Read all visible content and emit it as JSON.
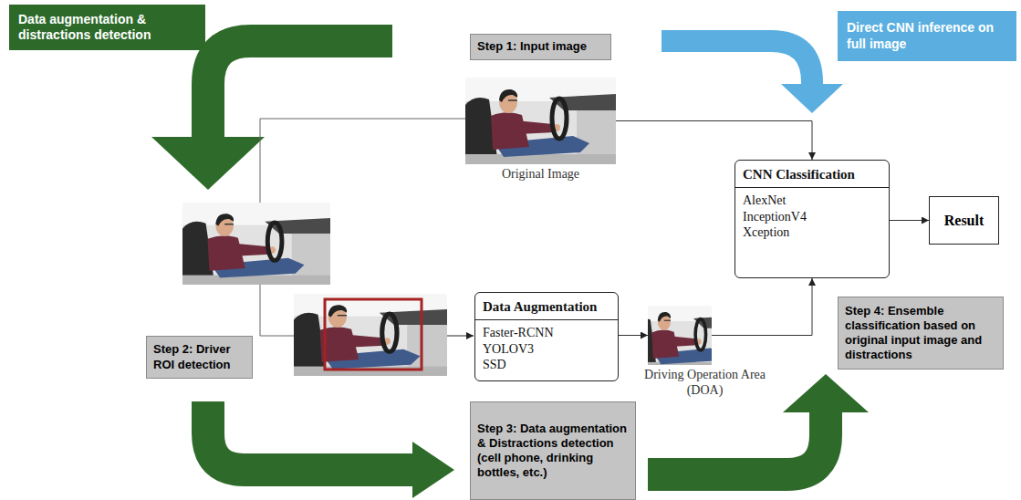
{
  "diagram": {
    "nodes": [
      {
        "text": [
          "Data augmentation & distractions detection"
        ]
      },
      {
        "text": [
          "Step 1: Input image"
        ]
      },
      {
        "text": [
          "Direct CNN inference on full image"
        ]
      },
      {
        "text": [
          "Original Image"
        ]
      },
      {
        "text": [
          "CNN Classification",
          "AlexNet",
          "InceptionV4",
          "Xception"
        ]
      },
      {
        "text": [
          "Result"
        ]
      },
      {
        "text": [
          "Step 2: Driver ROI detection"
        ]
      },
      {
        "text": [
          "Data Augmentation",
          "Faster-RCNN",
          "YOLOV3",
          "SSD"
        ]
      },
      {
        "text": [
          "Driving Operation Area (DOA)"
        ]
      },
      {
        "text": [
          "Step 4: Ensemble classification based on original input image and distractions"
        ]
      },
      {
        "text": [
          "Step 3: Data augmentation & Distractions detection (cell phone, drinking bottles, etc.)"
        ]
      }
    ],
    "edges": [
      {
        "from": 3,
        "to": 4,
        "arrow": "to"
      },
      {
        "from": 7,
        "to": 8,
        "arrow": "to"
      },
      {
        "from": 8,
        "to": 4,
        "arrow": "to"
      },
      {
        "from": 4,
        "to": 5,
        "arrow": "to"
      }
    ]
  }
}
